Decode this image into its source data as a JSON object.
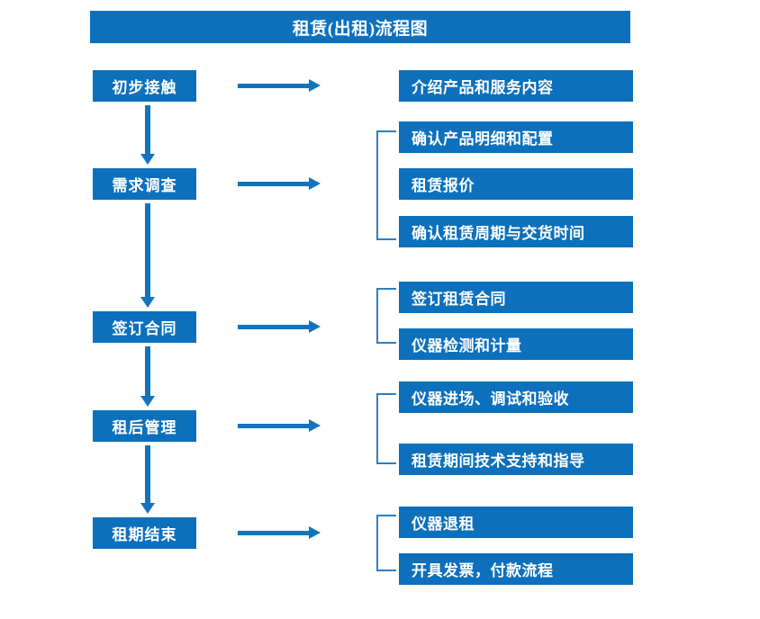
{
  "diagram": {
    "title": "租赁(出租)流程图",
    "accent_color": "#0C70BD",
    "arrow_color": "#1273BE",
    "bracket_color": "#2E7FC0",
    "background_color": "#FFFFFF",
    "stages": [
      {
        "id": "stage-1",
        "label": "初步接触"
      },
      {
        "id": "stage-2",
        "label": "需求调查"
      },
      {
        "id": "stage-3",
        "label": "签订合同"
      },
      {
        "id": "stage-4",
        "label": "租后管理"
      },
      {
        "id": "stage-5",
        "label": "租期结束"
      }
    ],
    "details": [
      {
        "id": "detail-1-1",
        "label": "介绍产品和服务内容"
      },
      {
        "id": "detail-2-1",
        "label": "确认产品明细和配置"
      },
      {
        "id": "detail-2-2",
        "label": "租赁报价"
      },
      {
        "id": "detail-2-3",
        "label": "确认租赁周期与交货时间"
      },
      {
        "id": "detail-3-1",
        "label": "签订租赁合同"
      },
      {
        "id": "detail-3-2",
        "label": "仪器检测和计量"
      },
      {
        "id": "detail-4-1",
        "label": "仪器进场、调试和验收"
      },
      {
        "id": "detail-4-2",
        "label": "租赁期间技术支持和指导"
      },
      {
        "id": "detail-5-1",
        "label": "仪器退租"
      },
      {
        "id": "detail-5-2",
        "label": "开具发票，付款流程"
      }
    ],
    "icons": {
      "right_arrow": "right-arrow-icon",
      "down_arrow": "down-arrow-icon",
      "bracket": "group-bracket-icon"
    }
  }
}
